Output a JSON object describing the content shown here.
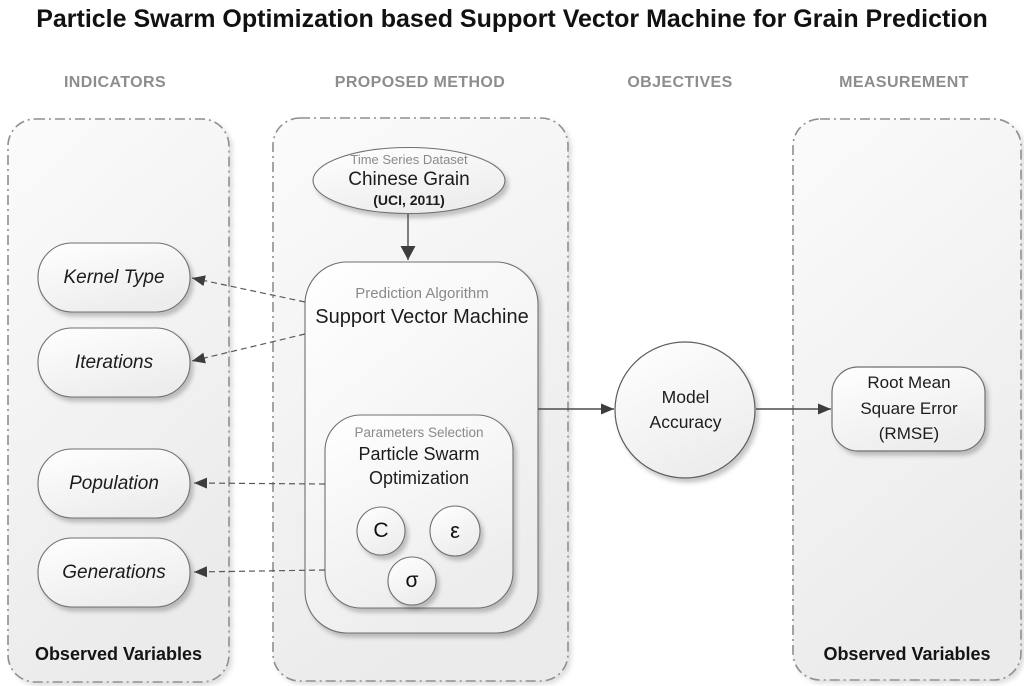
{
  "title": "Particle Swarm Optimization based Support Vector Machine for Grain Prediction",
  "column_headers": {
    "indicators": "INDICATORS",
    "proposed_method": "PROPOSED METHOD",
    "objectives": "OBJECTIVES",
    "measurement": "MEASUREMENT"
  },
  "indicators": {
    "items": [
      {
        "label": "Kernel Type"
      },
      {
        "label": "Iterations"
      },
      {
        "label": "Population"
      },
      {
        "label": "Generations"
      }
    ],
    "footer": "Observed Variables"
  },
  "proposed_method": {
    "dataset": {
      "type_label": "Time Series Dataset",
      "name": "Chinese Grain",
      "source": "(UCI, 2011)"
    },
    "svm": {
      "role_label": "Prediction Algorithm",
      "name": "Support Vector Machine"
    },
    "pso": {
      "role_label": "Parameters Selection",
      "name_line1": "Particle Swarm",
      "name_line2": "Optimization",
      "parameters": [
        {
          "symbol": "C"
        },
        {
          "symbol": "ε"
        },
        {
          "symbol": "σ"
        }
      ]
    }
  },
  "objectives": {
    "model_accuracy": {
      "line1": "Model",
      "line2": "Accuracy"
    }
  },
  "measurement": {
    "rmse": {
      "line1": "Root Mean",
      "line2": "Square Error",
      "line3": "(RMSE)"
    },
    "footer": "Observed Variables"
  },
  "colors": {
    "heading_gray": "#8d8d8d",
    "muted_label_gray": "#8a8a8a",
    "text_black": "#1c1c1c",
    "connector_gray": "#4d4d4d",
    "container_border_gray": "#8f8f8f",
    "shape_border_gray": "#6f6f6f",
    "fill_light_gray": "#ededed"
  }
}
